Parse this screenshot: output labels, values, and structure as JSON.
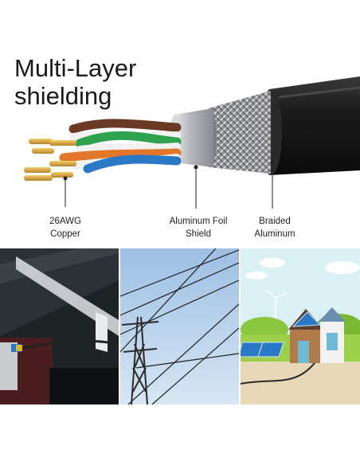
{
  "headline": {
    "line1": "Multi-Layer",
    "line2": "shielding"
  },
  "callouts": [
    {
      "line1": "26AWG",
      "line2": "Copper"
    },
    {
      "line1": "Aluminum Foil",
      "line2": "Shield"
    },
    {
      "line1": "Braided",
      "line2": "Aluminum"
    }
  ],
  "colors": {
    "jacket": "#1c1c1c",
    "foil": "#c7c9cc",
    "braid": "#9a9ea2",
    "copper": "#d8a13a",
    "pair_green": "#2fa24e",
    "pair_blue": "#2a79c6",
    "pair_orange": "#e2772a",
    "pair_brown": "#6b3a24",
    "sky_panel2": "#b7d0ea",
    "sky_panel3": "#d9f0f4",
    "grass": "#8cc63f"
  },
  "icons": {
    "panel1": "laptop-cable-scene",
    "panel2": "power-line-tower",
    "panel3": "solar-house-scene"
  }
}
